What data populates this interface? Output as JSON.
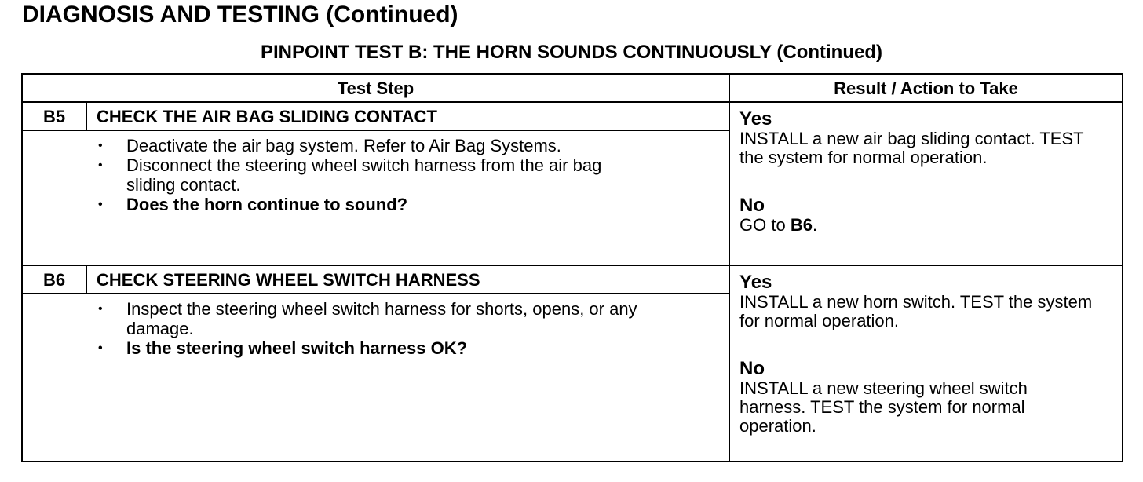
{
  "header": {
    "title": "DIAGNOSIS AND TESTING (Continued)"
  },
  "test_title": "PINPOINT TEST B: THE HORN SOUNDS CONTINUOUSLY (Continued)",
  "table": {
    "col_test_step": "Test Step",
    "col_result": "Result / Action to Take",
    "steps": [
      {
        "id": "B5",
        "title": "CHECK THE AIR BAG SLIDING CONTACT",
        "bullets": [
          "Deactivate the air bag system. Refer to Air Bag Systems.",
          "Disconnect the steering wheel switch harness from the air bag sliding contact."
        ],
        "question": "Does the horn continue to sound?",
        "yes_label": "Yes",
        "yes_text": "INSTALL a new air bag sliding contact. TEST the system for normal operation.",
        "no_label": "No",
        "no_text": "GO to",
        "no_ref": "B6",
        "no_suffix": "."
      },
      {
        "id": "B6",
        "title": "CHECK STEERING WHEEL SWITCH HARNESS",
        "bullets": [
          "Inspect the steering wheel switch harness for shorts, opens, or any damage."
        ],
        "question": "Is the steering wheel switch harness OK?",
        "yes_label": "Yes",
        "yes_text": "INSTALL a new horn switch. TEST the system for normal operation.",
        "no_label": "No",
        "no_text": "INSTALL a new steering wheel switch harness. TEST the system for normal operation."
      }
    ]
  }
}
